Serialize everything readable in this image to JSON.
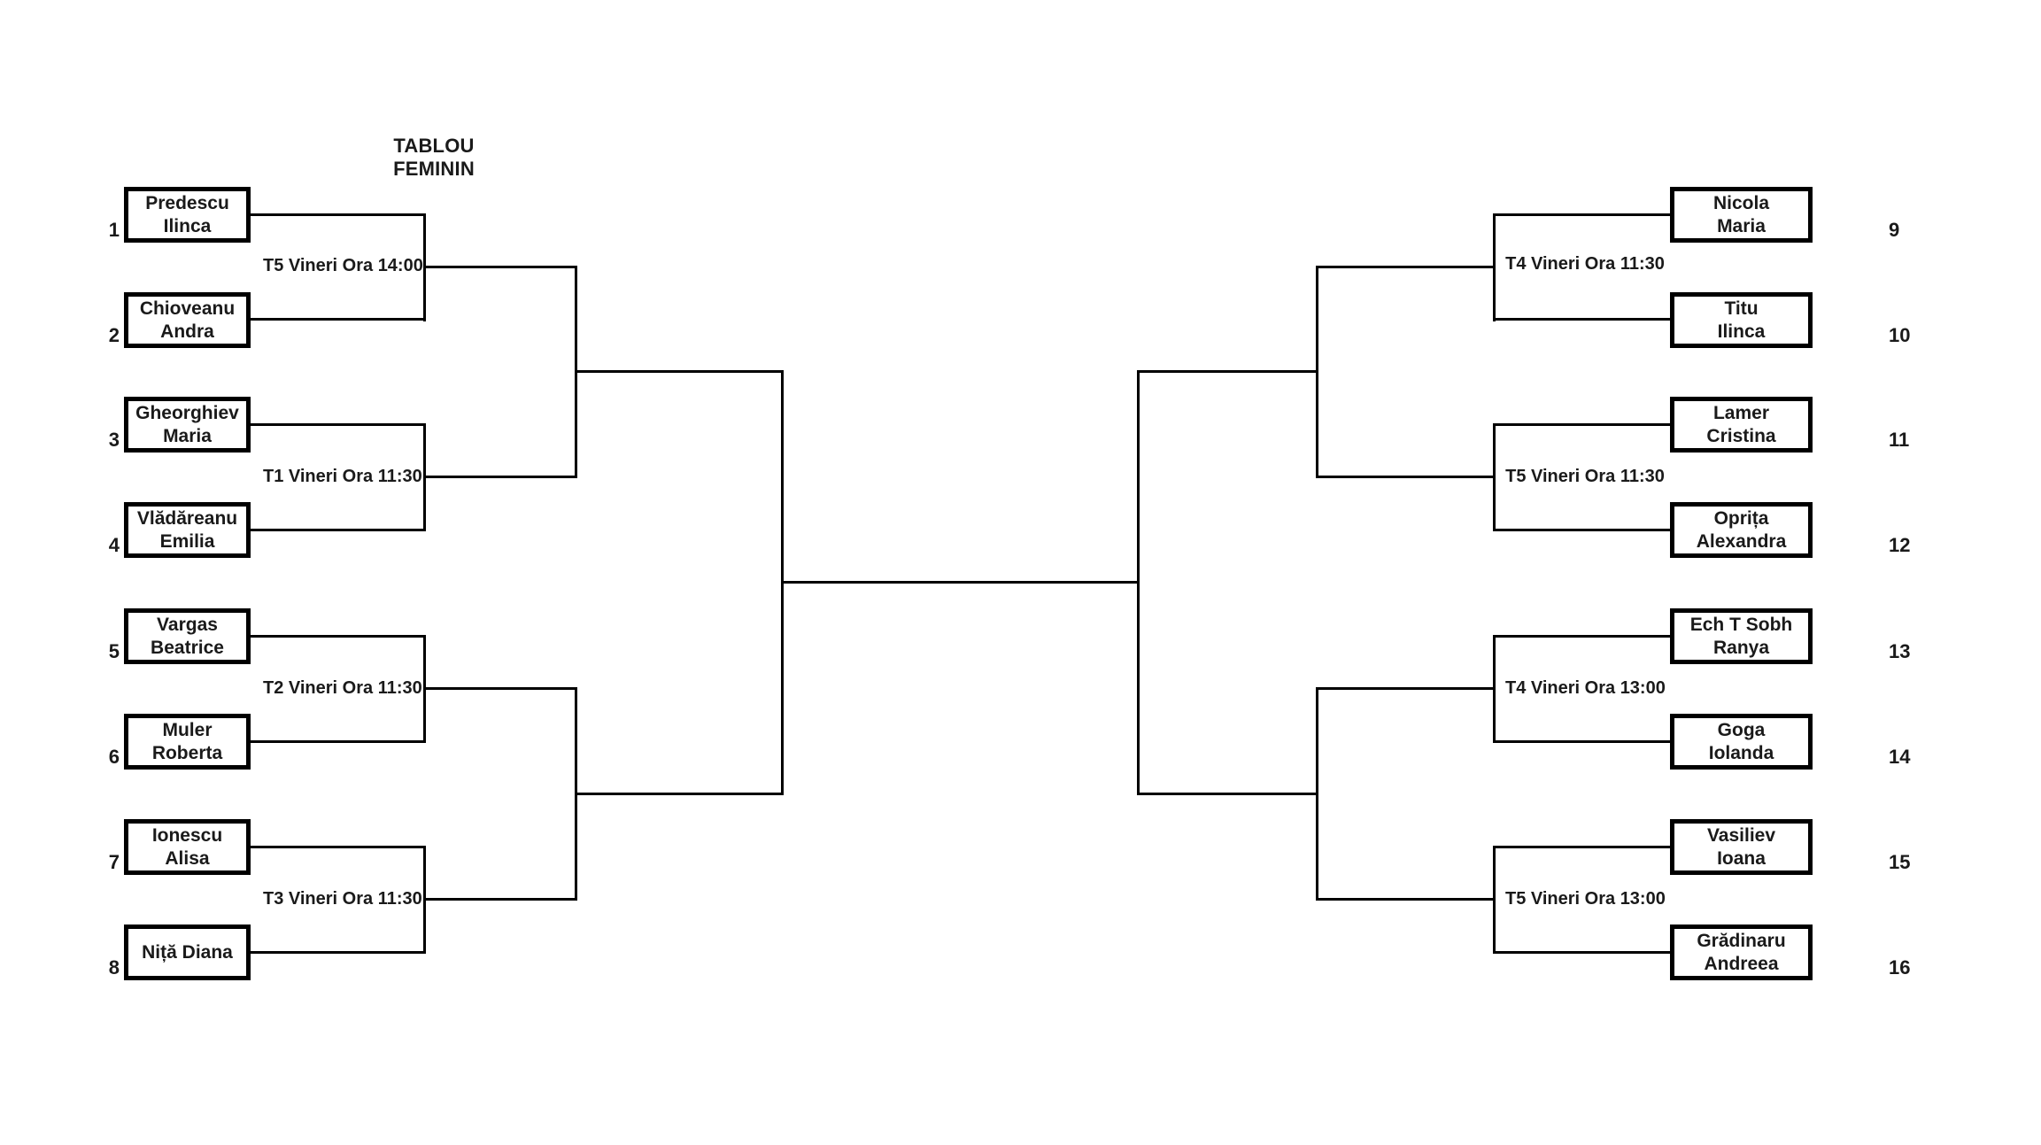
{
  "title": "TABLOU FEMININ",
  "players": [
    {
      "seed": "1",
      "line1": "Predescu",
      "line2": "Ilinca"
    },
    {
      "seed": "2",
      "line1": "Chioveanu",
      "line2": "Andra"
    },
    {
      "seed": "3",
      "line1": "Gheorghiev",
      "line2": "Maria"
    },
    {
      "seed": "4",
      "line1": "Vlădăreanu",
      "line2": "Emilia"
    },
    {
      "seed": "5",
      "line1": "Vargas",
      "line2": "Beatrice"
    },
    {
      "seed": "6",
      "line1": "Muler",
      "line2": "Roberta"
    },
    {
      "seed": "7",
      "line1": "Ionescu",
      "line2": "Alisa"
    },
    {
      "seed": "8",
      "line1": "Niță Diana"
    },
    {
      "seed": "9",
      "line1": "Nicola",
      "line2": "Maria"
    },
    {
      "seed": "10",
      "line1": "Titu",
      "line2": "Ilinca"
    },
    {
      "seed": "11",
      "line1": "Lamer",
      "line2": "Cristina"
    },
    {
      "seed": "12",
      "line1": "Oprița",
      "line2": "Alexandra"
    },
    {
      "seed": "13",
      "line1": "Ech T Sobh",
      "line2": "Ranya"
    },
    {
      "seed": "14",
      "line1": "Goga",
      "line2": "Iolanda"
    },
    {
      "seed": "15",
      "line1": "Vasiliev",
      "line2": "Ioana"
    },
    {
      "seed": "16",
      "line1": "Grădinaru",
      "line2": "Andreea"
    }
  ],
  "match_labels": {
    "left": [
      "T5 Vineri Ora 14:00",
      "T1 Vineri Ora 11:30",
      "T2 Vineri Ora 11:30",
      "T3 Vineri Ora 11:30"
    ],
    "right": [
      "T4 Vineri Ora 11:30",
      "T5 Vineri Ora 11:30",
      "T4 Vineri Ora 13:00",
      "T5 Vineri Ora 13:00"
    ]
  },
  "colors": {
    "line": "#000000",
    "text": "#1a1a1a",
    "background": "#ffffff"
  }
}
